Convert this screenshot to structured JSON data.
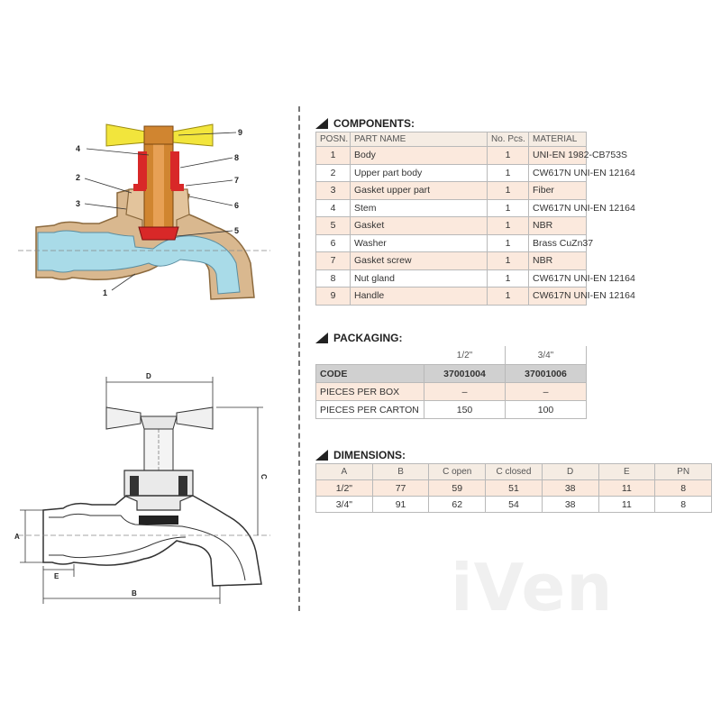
{
  "watermark": {
    "text": "iVen"
  },
  "callouts": [
    "1",
    "2",
    "3",
    "4",
    "5",
    "6",
    "7",
    "8",
    "9"
  ],
  "dim_labels": {
    "d": "D",
    "c": "C",
    "a": "A",
    "e": "E",
    "b": "B"
  },
  "components": {
    "title": "COMPONENTS:",
    "headers": [
      "POSN.",
      "PART NAME",
      "No. Pcs.",
      "MATERIAL"
    ],
    "rows": [
      [
        "1",
        "Body",
        "1",
        "UNI-EN 1982-CB753S"
      ],
      [
        "2",
        "Upper part body",
        "1",
        "CW617N UNI-EN 12164"
      ],
      [
        "3",
        "Gasket upper part",
        "1",
        "Fiber"
      ],
      [
        "4",
        "Stem",
        "1",
        "CW617N UNI-EN 12164"
      ],
      [
        "5",
        "Gasket",
        "1",
        "NBR"
      ],
      [
        "6",
        "Washer",
        "1",
        "Brass CuZn37"
      ],
      [
        "7",
        "Gasket screw",
        "1",
        "NBR"
      ],
      [
        "8",
        "Nut gland",
        "1",
        "CW617N UNI-EN 12164"
      ],
      [
        "9",
        "Handle",
        "1",
        "CW617N UNI-EN 12164"
      ]
    ]
  },
  "packaging": {
    "title": "PACKAGING:",
    "sizes": [
      "1/2\"",
      "3/4\""
    ],
    "rows": [
      [
        "CODE",
        "37001004",
        "37001006"
      ],
      [
        "PIECES PER BOX",
        "–",
        "–"
      ],
      [
        "PIECES PER CARTON",
        "150",
        "100"
      ]
    ]
  },
  "dimensions": {
    "title": "DIMENSIONS:",
    "headers": [
      "A",
      "B",
      "C open",
      "C closed",
      "D",
      "E",
      "PN"
    ],
    "rows": [
      [
        "1/2\"",
        "77",
        "59",
        "51",
        "38",
        "11",
        "8"
      ],
      [
        "3/4\"",
        "91",
        "62",
        "54",
        "38",
        "11",
        "8"
      ]
    ]
  },
  "colors": {
    "body": "#d9b88f",
    "water": "#a9dbe8",
    "stem": "#d08530",
    "red": "#d82828",
    "handle": "#f2e53c",
    "row_highlight": "#fbe9dd"
  }
}
